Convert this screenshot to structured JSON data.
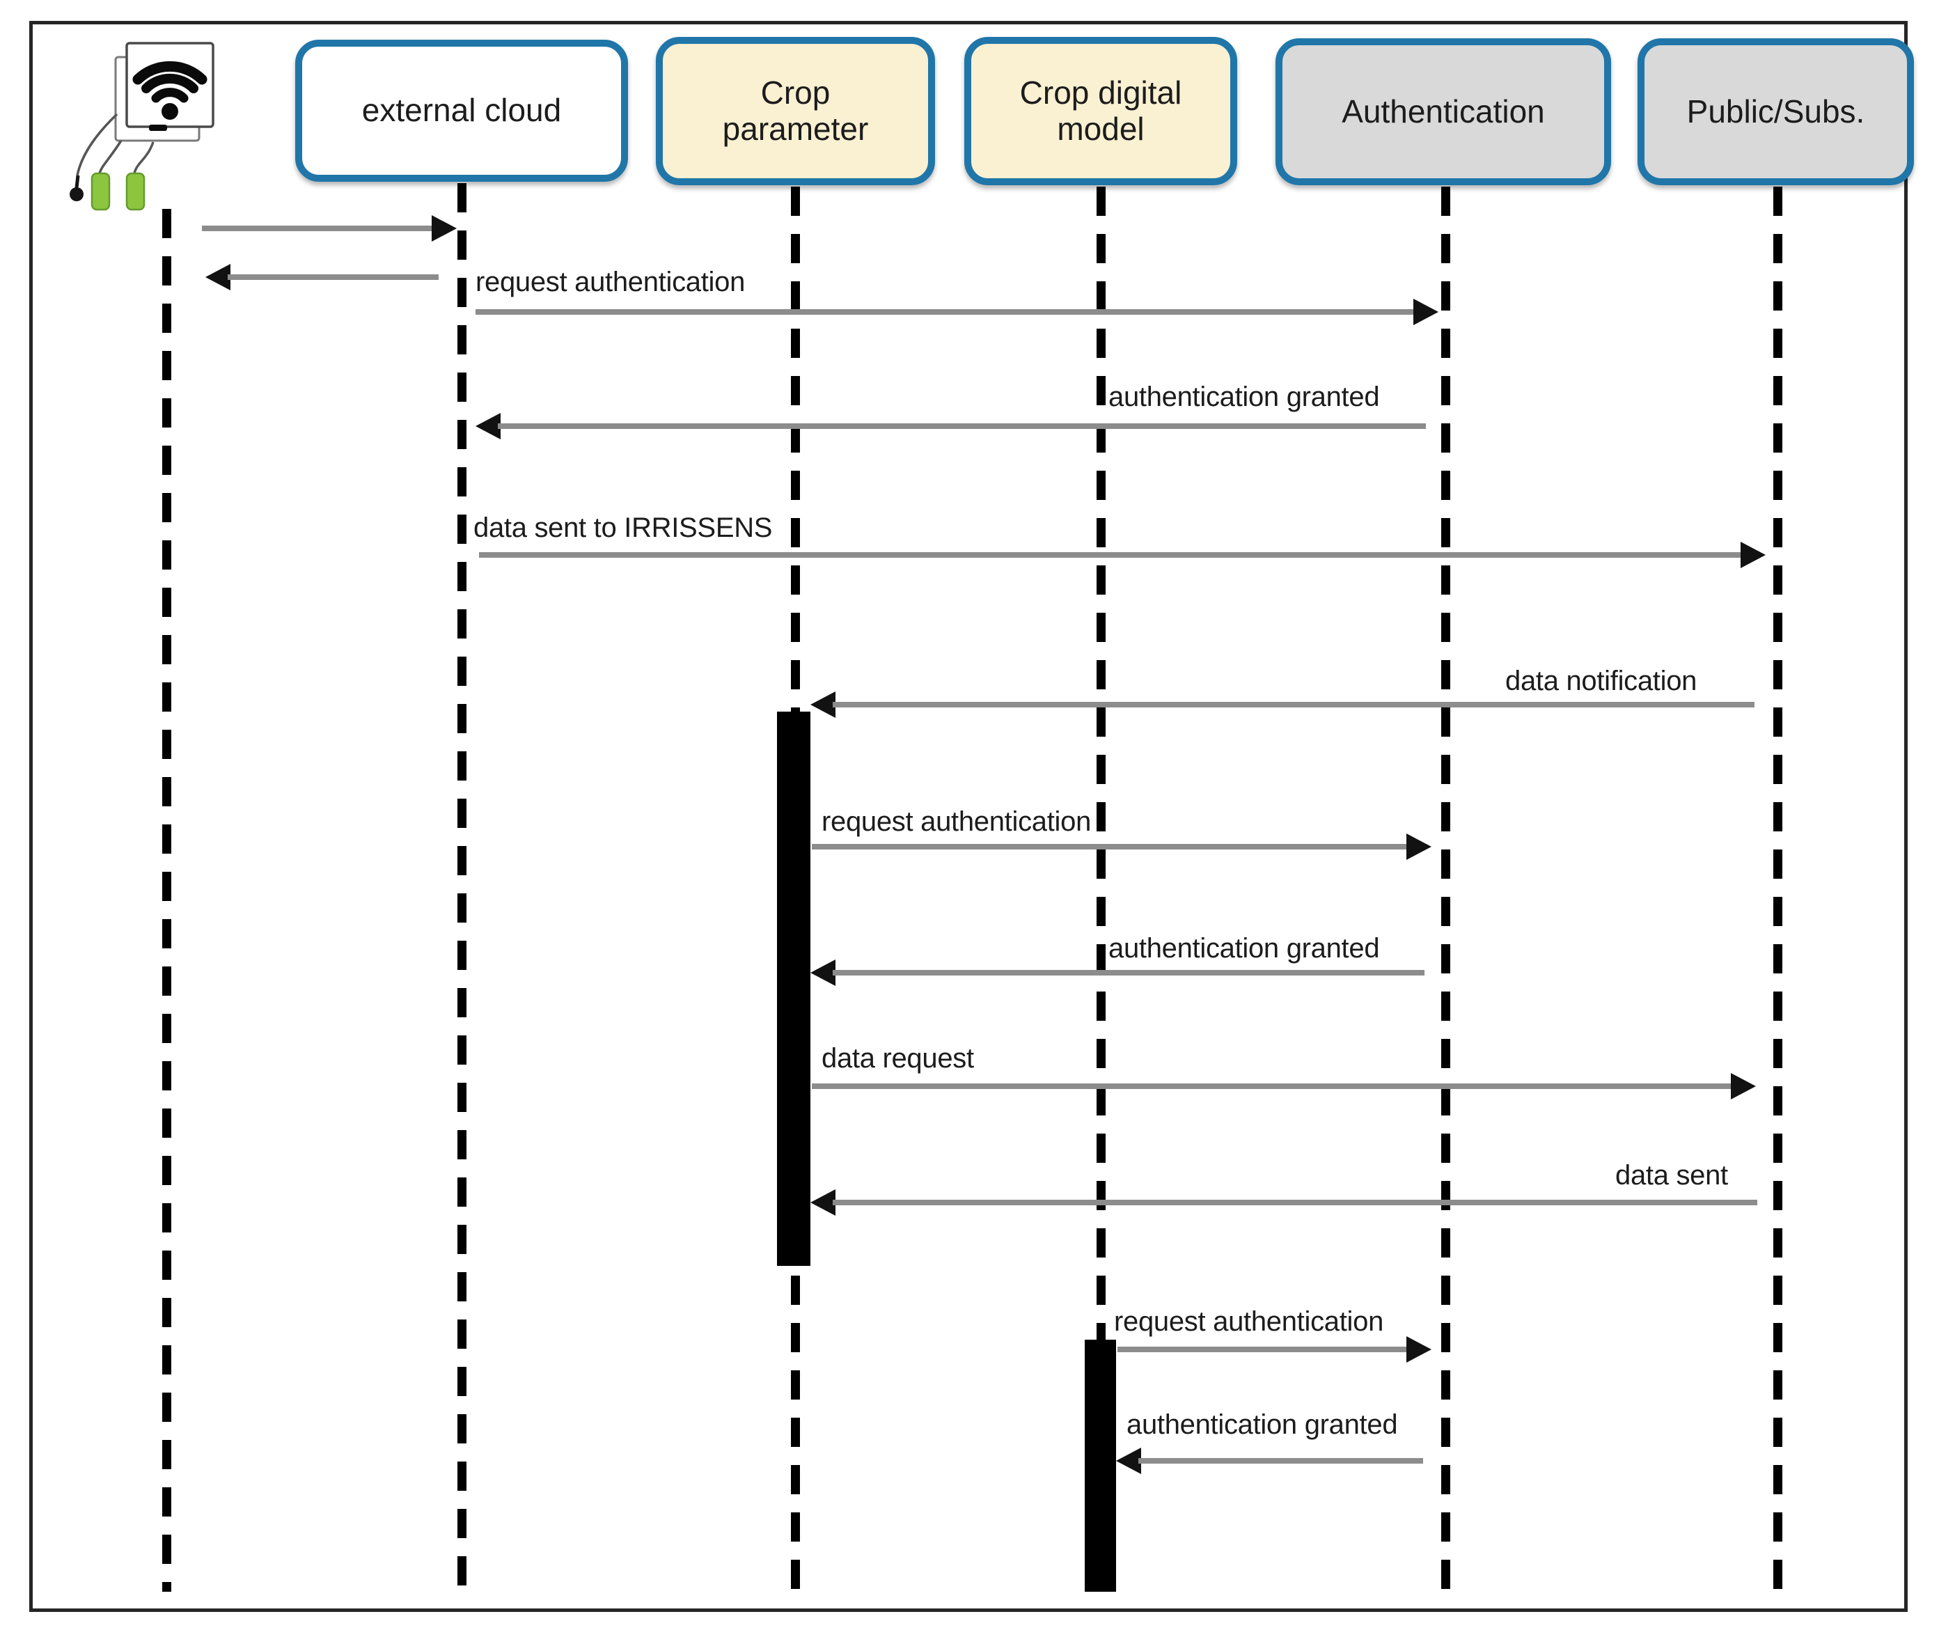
{
  "diagram": {
    "type": "uml-sequence",
    "actors": [
      {
        "id": "iot-sensor",
        "label": "",
        "kind": "wireless-sensor-device-icon"
      },
      {
        "id": "external-cloud",
        "label": "external cloud",
        "fill": "#FFFFFF"
      },
      {
        "id": "crop-parameter",
        "label": "Crop\nparameter",
        "fill": "#FAF0D2"
      },
      {
        "id": "crop-digital-model",
        "label": "Crop digital\nmodel",
        "fill": "#FAF0D2"
      },
      {
        "id": "authentication",
        "label": "Authentication",
        "fill": "#D9D9D9"
      },
      {
        "id": "public-subs",
        "label": "Public/Subs.",
        "fill": "#D9D9D9"
      }
    ],
    "messages": [
      {
        "from": "iot-sensor",
        "to": "external-cloud",
        "label": ""
      },
      {
        "from": "external-cloud",
        "to": "iot-sensor",
        "label": ""
      },
      {
        "from": "external-cloud",
        "to": "authentication",
        "label": "request authentication"
      },
      {
        "from": "authentication",
        "to": "external-cloud",
        "label": "authentication granted"
      },
      {
        "from": "external-cloud",
        "to": "public-subs",
        "label": "data sent to IRRISSENS"
      },
      {
        "from": "public-subs",
        "to": "crop-parameter",
        "label": "data notification"
      },
      {
        "from": "crop-parameter",
        "to": "authentication",
        "label": "request authentication"
      },
      {
        "from": "authentication",
        "to": "crop-parameter",
        "label": "authentication granted"
      },
      {
        "from": "crop-parameter",
        "to": "public-subs",
        "label": "data request"
      },
      {
        "from": "public-subs",
        "to": "crop-parameter",
        "label": "data sent"
      },
      {
        "from": "crop-digital-model",
        "to": "authentication",
        "label": "request authentication"
      },
      {
        "from": "authentication",
        "to": "crop-digital-model",
        "label": "authentication granted"
      }
    ],
    "activations": [
      {
        "actor": "crop-parameter"
      },
      {
        "actor": "crop-digital-model"
      }
    ],
    "colors": {
      "box_border": "#2076A8",
      "box_fill_white": "#FFFFFF",
      "box_fill_cream": "#FAF0D2",
      "box_fill_gray": "#D9D9D9",
      "lifeline": "#000000",
      "activation_bar": "#000000",
      "arrow_shaft": "#8C8C8C",
      "arrowhead": "#121212",
      "text": "#1C1C1C",
      "probe_green": "#8CC63E",
      "frame_border": "#262626"
    }
  }
}
